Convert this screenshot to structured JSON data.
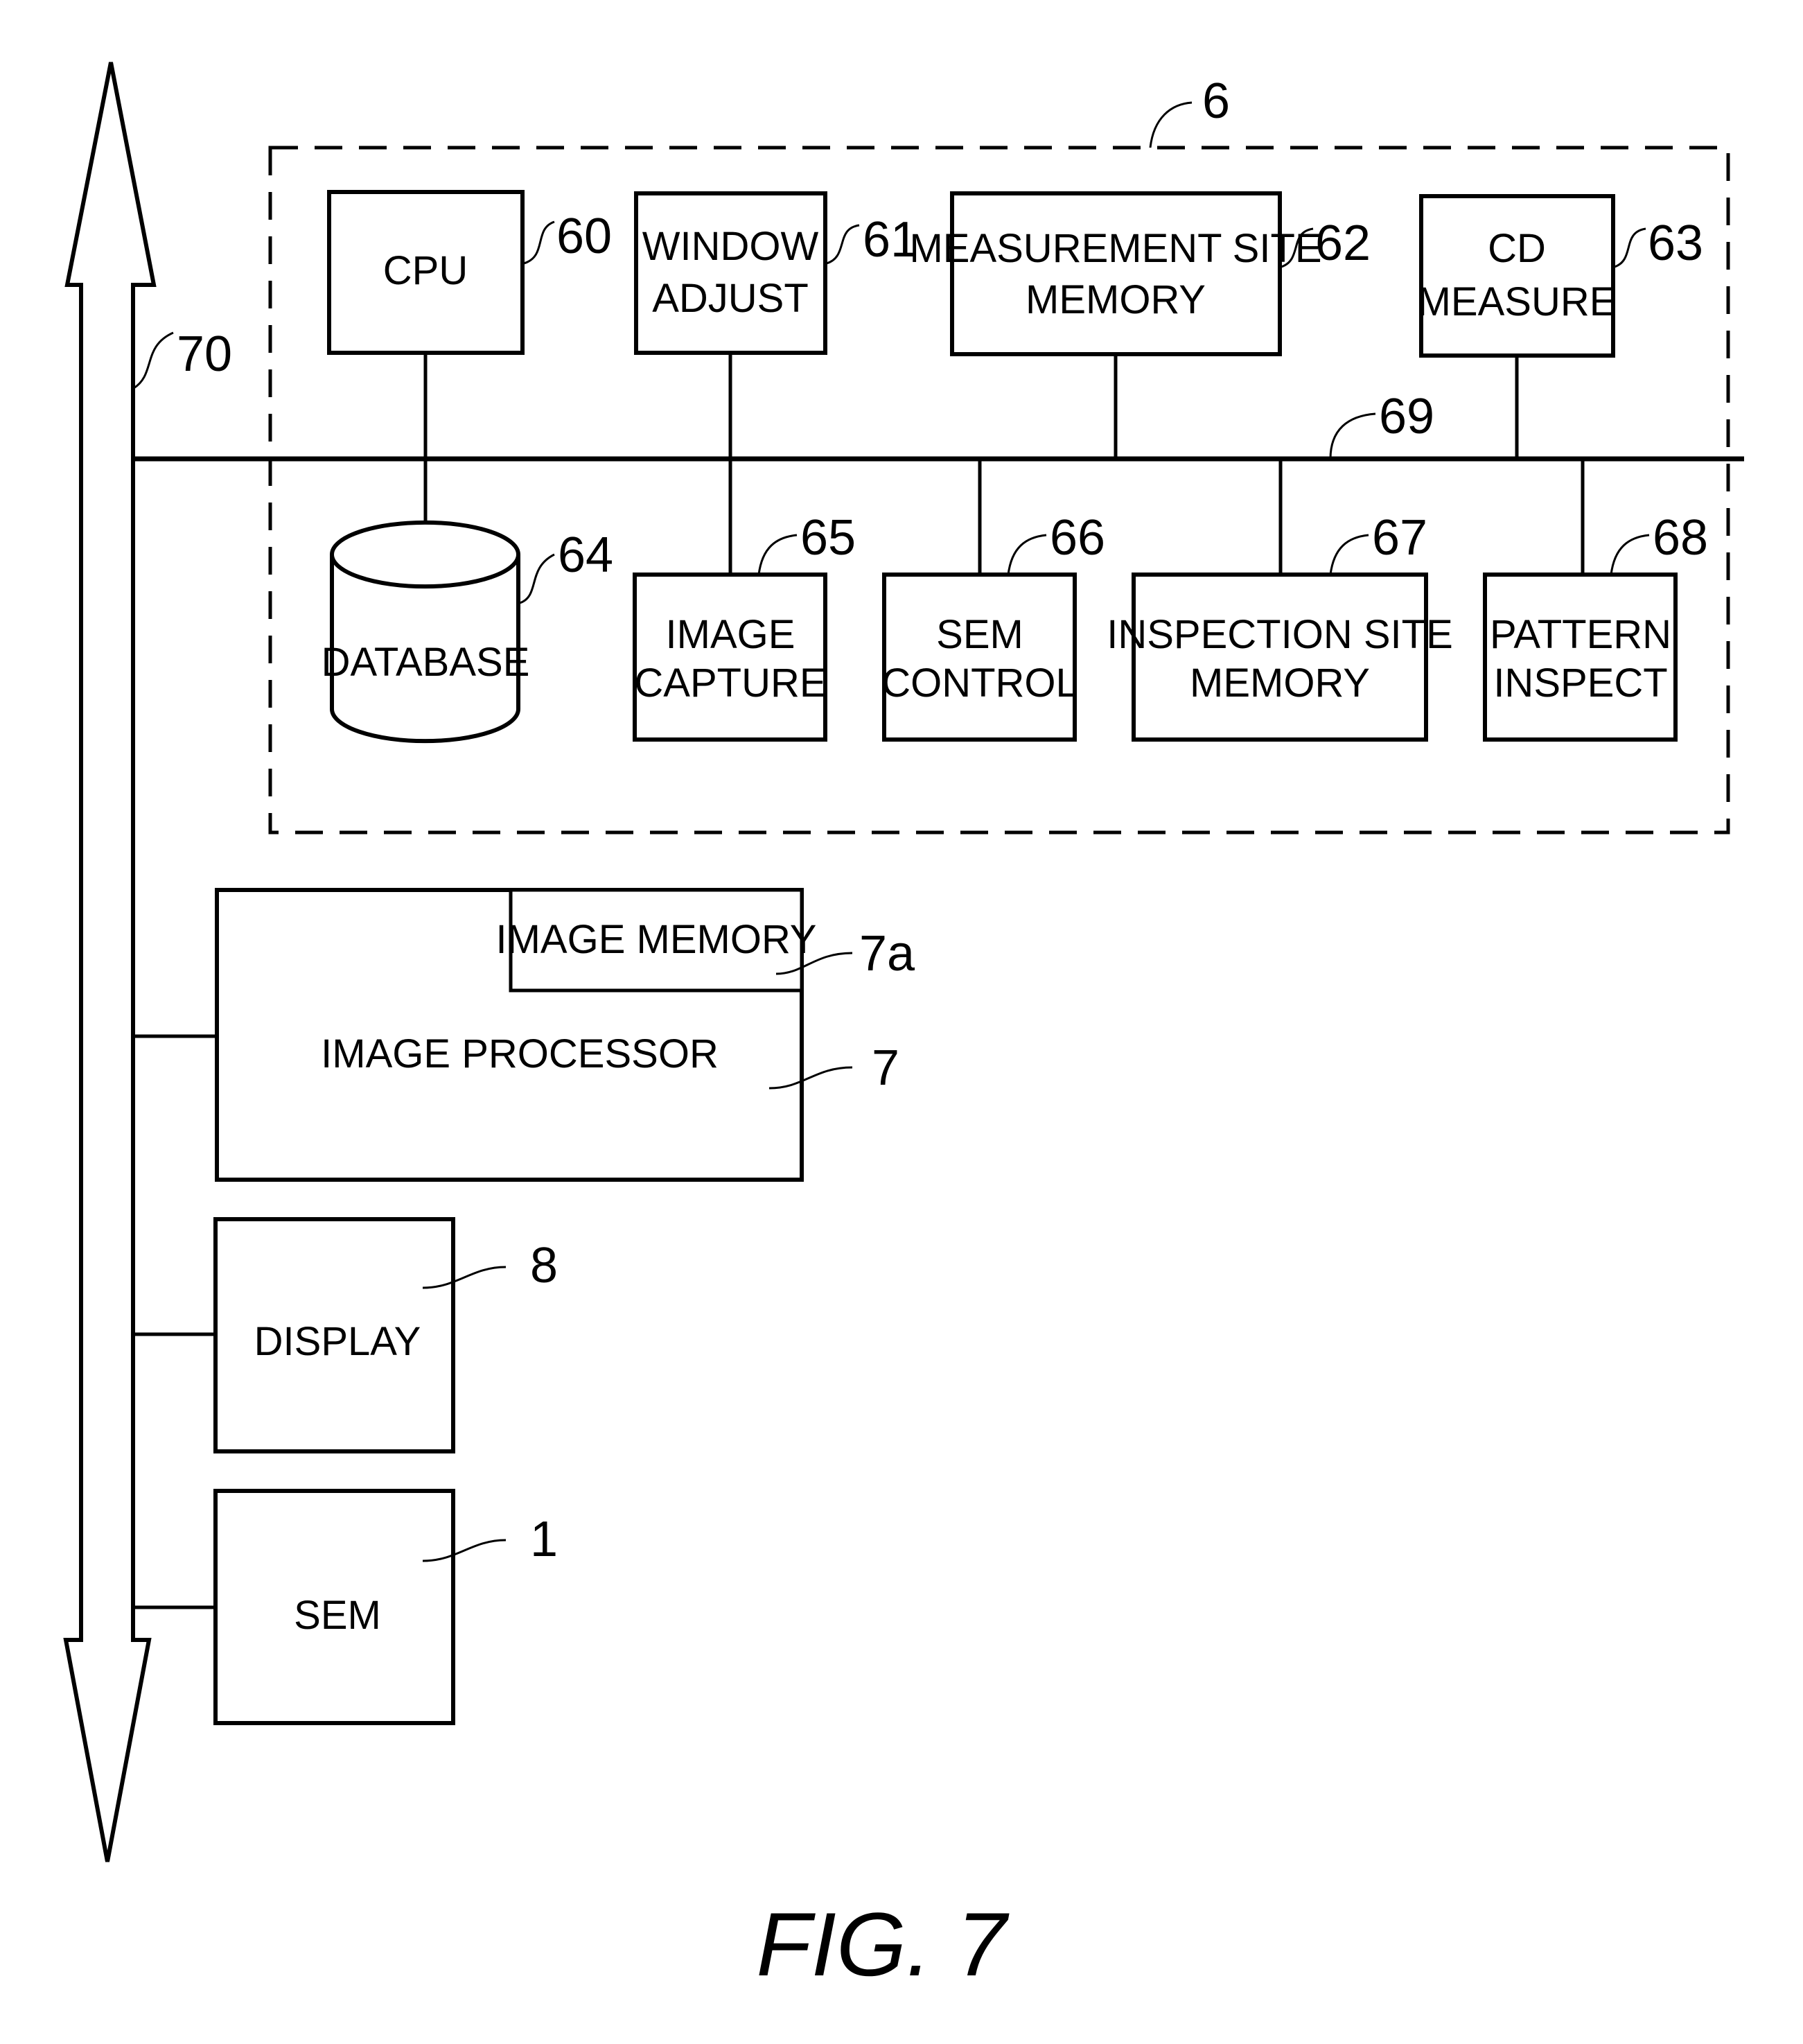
{
  "figure": {
    "caption": "FIG. 7",
    "system_bus": {
      "ref": "70"
    },
    "controller_group": {
      "ref": "6"
    },
    "internal_bus": {
      "ref": "69"
    },
    "top_row_blocks": [
      {
        "id": "cpu",
        "lines": [
          "CPU"
        ],
        "ref": "60"
      },
      {
        "id": "window-adjust",
        "lines": [
          "WINDOW",
          "ADJUST"
        ],
        "ref": "61"
      },
      {
        "id": "measurement-site-memory",
        "lines": [
          "MEASUREMENT SITE",
          "MEMORY"
        ],
        "ref": "62"
      },
      {
        "id": "cd-measure",
        "lines": [
          "CD",
          "MEASURE"
        ],
        "ref": "63"
      }
    ],
    "bottom_row_blocks": [
      {
        "id": "database",
        "lines": [
          "DATABASE"
        ],
        "ref": "64",
        "shape": "cylinder"
      },
      {
        "id": "image-capture",
        "lines": [
          "IMAGE",
          "CAPTURE"
        ],
        "ref": "65"
      },
      {
        "id": "sem-control",
        "lines": [
          "SEM",
          "CONTROL"
        ],
        "ref": "66"
      },
      {
        "id": "inspection-site-memory",
        "lines": [
          "INSPECTION SITE",
          "MEMORY"
        ],
        "ref": "67"
      },
      {
        "id": "pattern-inspect",
        "lines": [
          "PATTERN",
          "INSPECT"
        ],
        "ref": "68"
      }
    ],
    "external_blocks": [
      {
        "id": "image-processor",
        "label": "IMAGE PROCESSOR",
        "ref": "7",
        "sub_block": {
          "id": "image-memory",
          "label": "IMAGE MEMORY",
          "ref": "7a"
        }
      },
      {
        "id": "display",
        "label": "DISPLAY",
        "ref": "8"
      },
      {
        "id": "sem",
        "label": "SEM",
        "ref": "1"
      }
    ]
  }
}
